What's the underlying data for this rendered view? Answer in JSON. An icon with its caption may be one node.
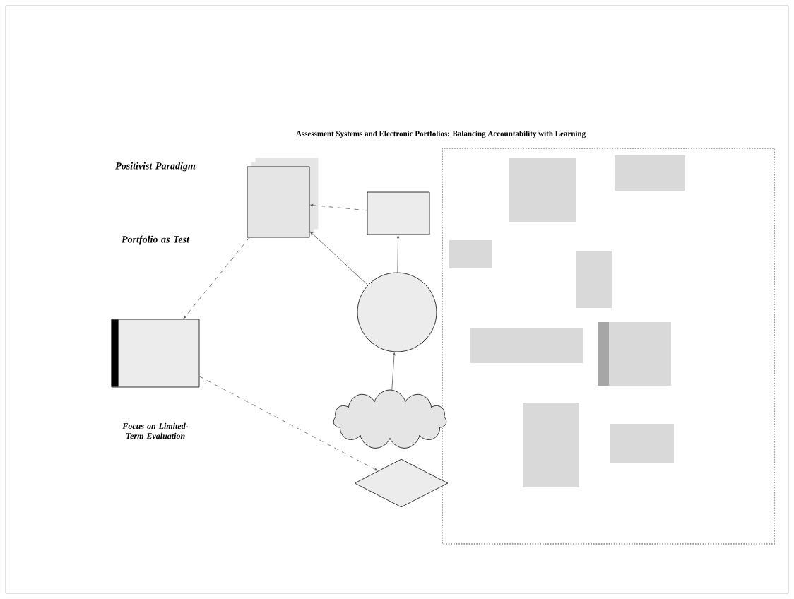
{
  "diagram": {
    "title": "Assessment Systems and Electronic Portfolios: Balancing Accountability with Learning",
    "nodes": [
      {
        "text": [],
        "shape": "document"
      },
      {
        "text": [],
        "shape": "box"
      },
      {
        "text": [],
        "shape": "circle"
      },
      {
        "text": [],
        "shape": "box"
      },
      {
        "text": [],
        "shape": "cloud"
      },
      {
        "text": [],
        "shape": "diamond"
      }
    ],
    "edges": [
      {
        "from": 2,
        "to": 1,
        "arrow": "to"
      },
      {
        "from": 1,
        "to": 0,
        "arrow": "to",
        "style": "dashed"
      },
      {
        "from": 2,
        "to": 0,
        "arrow": "to"
      },
      {
        "from": 0,
        "to": 3,
        "arrow": "to",
        "style": "dashed"
      },
      {
        "from": 3,
        "to": 5,
        "arrow": "to",
        "style": "dashed"
      },
      {
        "from": 4,
        "to": 2,
        "arrow": "to"
      }
    ],
    "labels": [
      "Positivist Paradigm",
      "Portfolio as Test",
      "Focus on Limited-Term Evaluation"
    ]
  }
}
